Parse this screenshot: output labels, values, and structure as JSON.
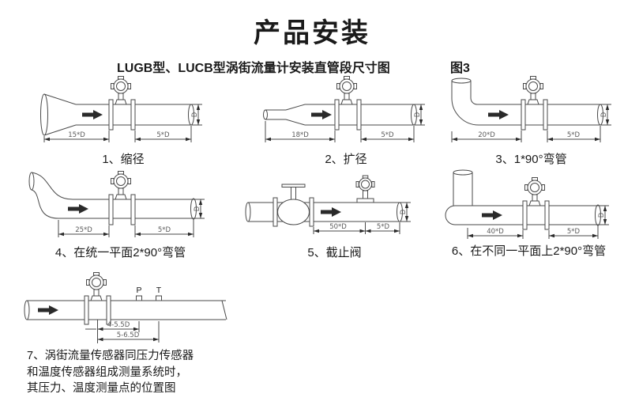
{
  "page": {
    "title": "产品安装",
    "subtitle": "LUGB型、LUCB型涡街流量计安装直管段尺寸图",
    "figure_no": "图3"
  },
  "diagrams": [
    {
      "label": "1、缩径",
      "upstream": "15*D",
      "downstream": "5*D",
      "diameter": "D"
    },
    {
      "label": "2、扩径",
      "upstream": "18*D",
      "downstream": "5*D",
      "diameter": "D"
    },
    {
      "label": "3、1*90°弯管",
      "upstream": "20*D",
      "downstream": "5*D",
      "diameter": "D"
    },
    {
      "label": "4、在统一平面2*90°弯管",
      "upstream": "25*D",
      "downstream": "5*D",
      "diameter": "D"
    },
    {
      "label": "5、截止阀",
      "upstream": "50*D",
      "downstream": "5*D",
      "diameter": "D"
    },
    {
      "label": "6、在不同一平面上2*90°弯管",
      "upstream": "40*D",
      "downstream": "5*D",
      "diameter": "D"
    },
    {
      "caption_line1": "7、涡街流量传感器同压力传感器",
      "caption_line2": "和温度传感器组成测量系统时，",
      "caption_line3": "其压力、温度测量点的位置图",
      "dim_pressure": "4-5.5D",
      "dim_temperature": "5-6.5D",
      "pressure_label": "P",
      "temperature_label": "T"
    }
  ],
  "colors": {
    "line": "#4a4a4a",
    "text": "#1a1a1a",
    "dim": "#5a5a5a",
    "bg": "#ffffff",
    "solid": "#2a2a2a"
  }
}
